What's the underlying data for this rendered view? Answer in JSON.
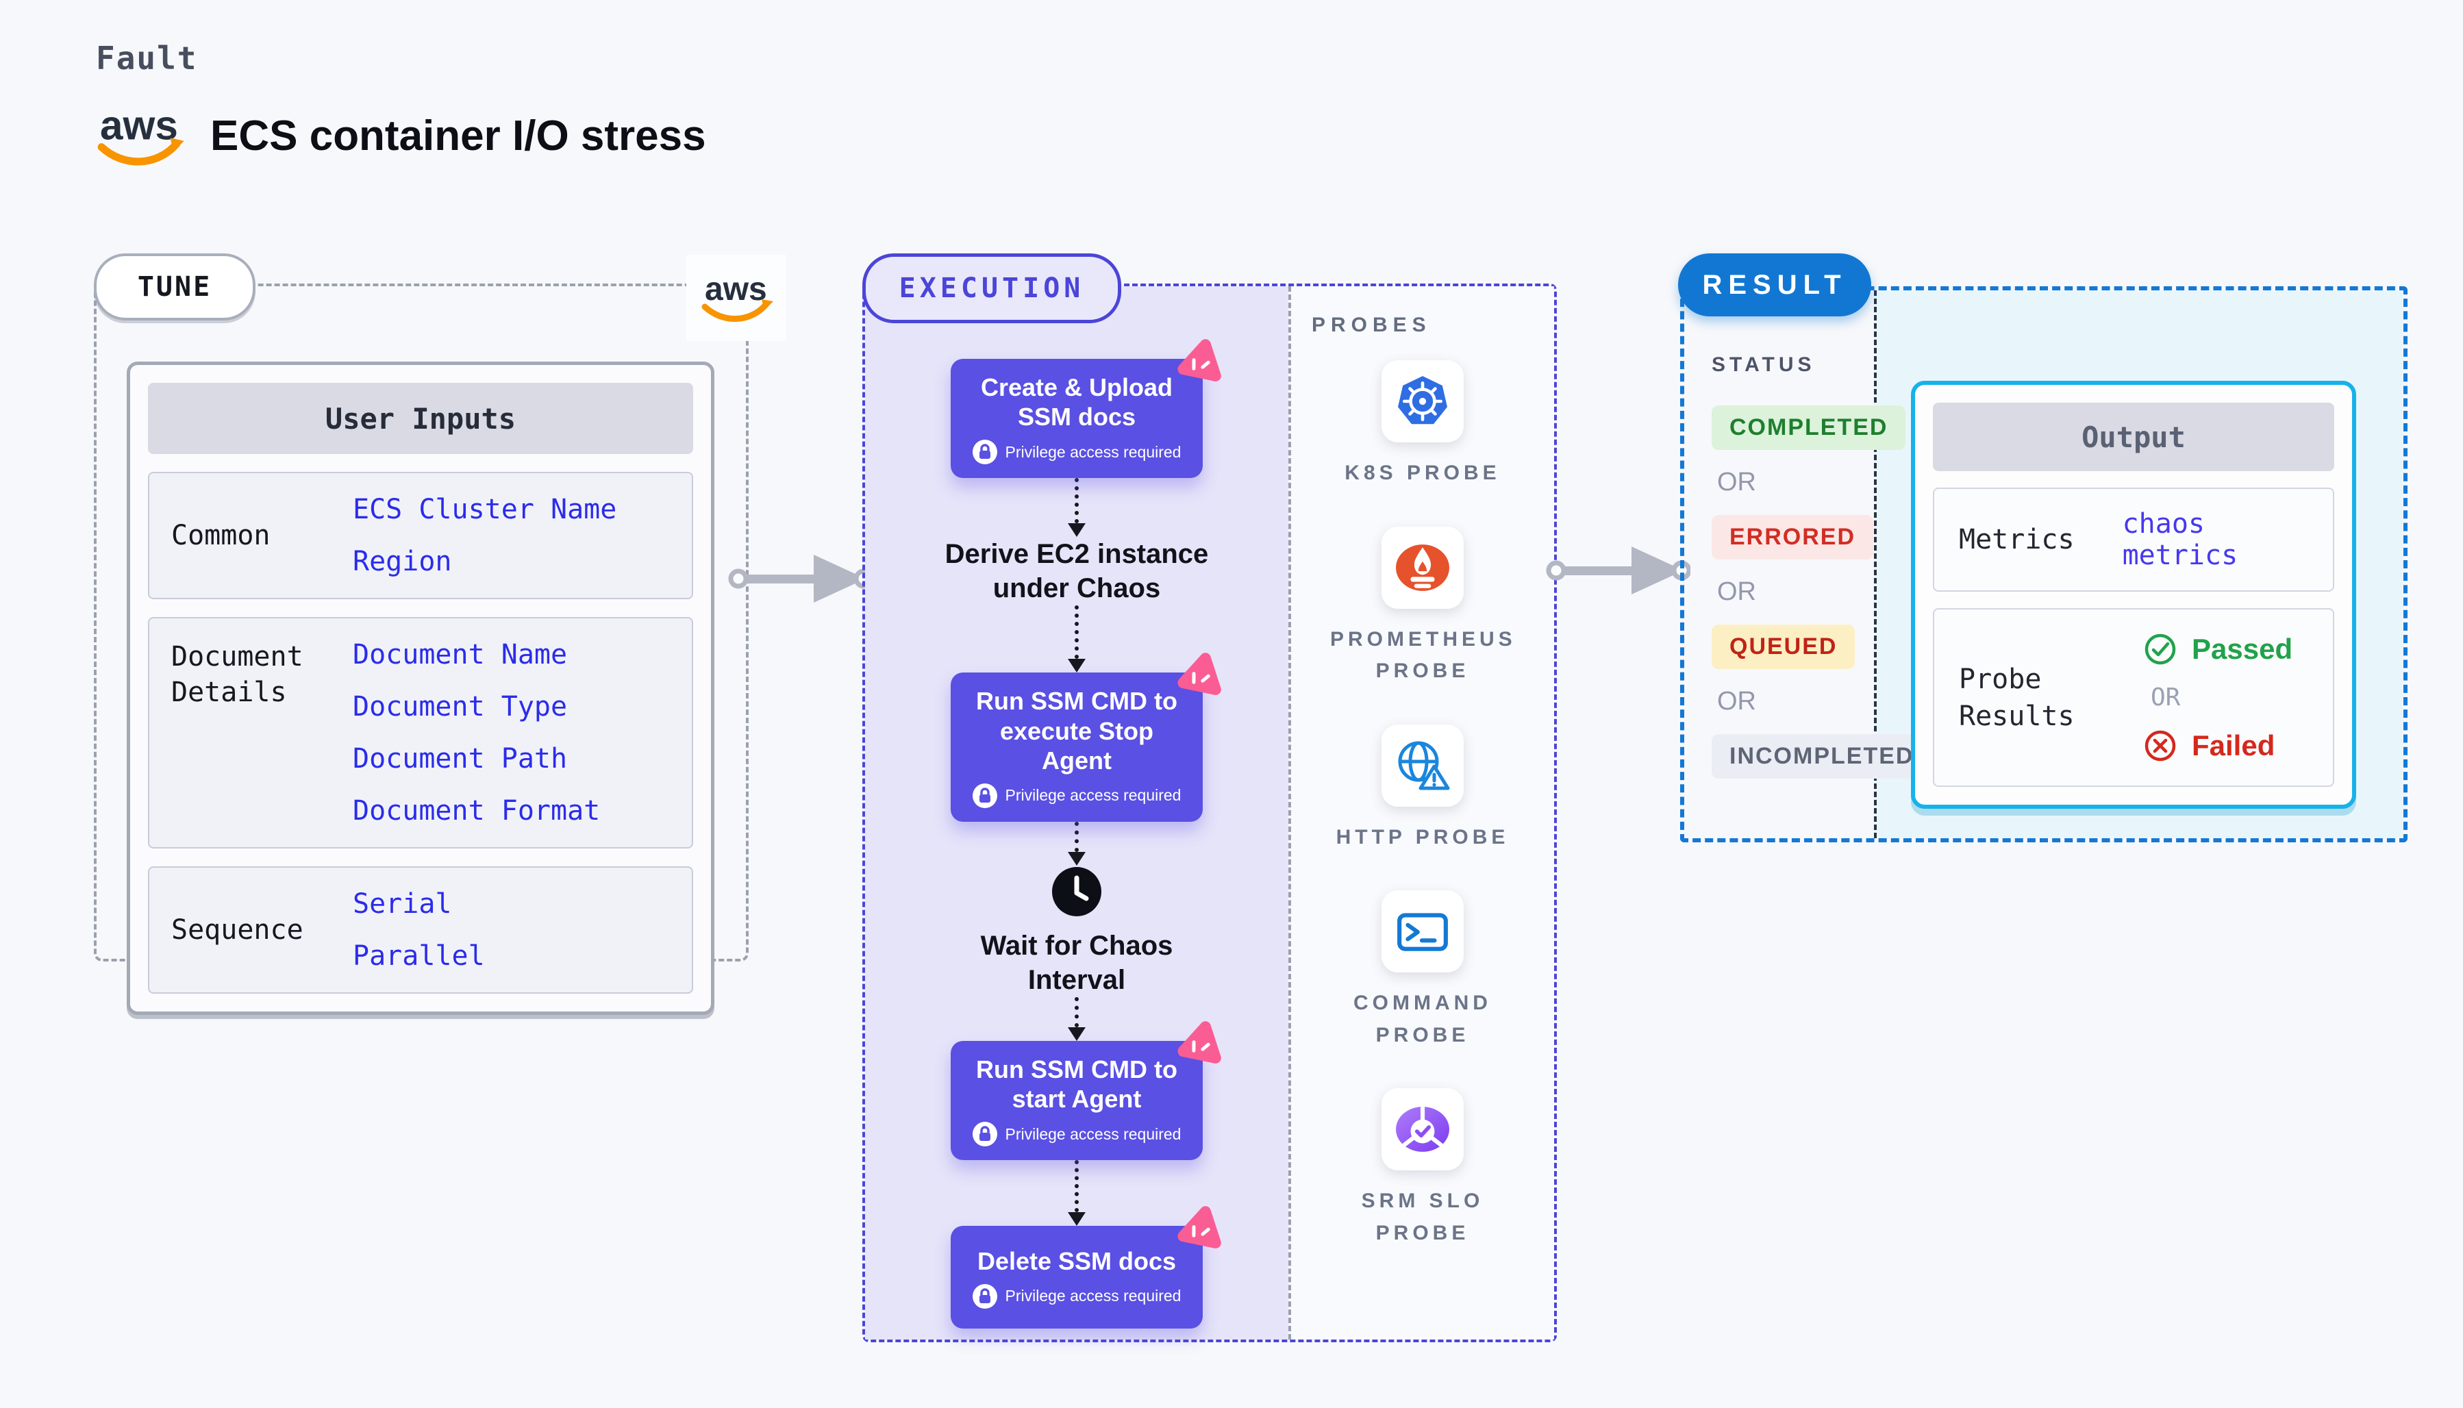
{
  "header": {
    "kicker": "Fault",
    "title": "ECS container I/O stress",
    "aws_logo_text": "aws"
  },
  "tune": {
    "pill": "TUNE",
    "user_inputs": {
      "header": "User Inputs",
      "groups": [
        {
          "label": "Common",
          "items": [
            "ECS Cluster Name",
            "Region"
          ]
        },
        {
          "label": "Document Details",
          "items": [
            "Document Name",
            "Document Type",
            "Document Path",
            "Document Format"
          ]
        },
        {
          "label": "Sequence",
          "items": [
            "Serial",
            "Parallel"
          ]
        }
      ]
    }
  },
  "execution": {
    "pill": "EXECUTION",
    "privilege_note": "Privilege access required",
    "steps": [
      "Create & Upload SSM docs",
      "Run SSM CMD to execute Stop Agent",
      "Run SSM CMD to start Agent",
      "Delete SSM docs"
    ],
    "derive_note": "Derive EC2 instance under Chaos",
    "wait_note": "Wait for Chaos Interval"
  },
  "probes": {
    "heading": "PROBES",
    "items": [
      {
        "name": "K8S PROBE",
        "icon": "kubernetes-icon"
      },
      {
        "name": "PROMETHEUS PROBE",
        "icon": "prometheus-icon"
      },
      {
        "name": "HTTP PROBE",
        "icon": "http-globe-icon"
      },
      {
        "name": "COMMAND PROBE",
        "icon": "terminal-icon"
      },
      {
        "name": "SRM SLO PROBE",
        "icon": "srm-slo-icon"
      }
    ]
  },
  "result": {
    "pill": "RESULT",
    "status_heading": "STATUS",
    "or": "OR",
    "statuses": [
      {
        "text": "COMPLETED",
        "type": "completed"
      },
      {
        "text": "ERRORED",
        "type": "errored"
      },
      {
        "text": "QUEUED",
        "type": "queued"
      },
      {
        "text": "INCOMPLETED",
        "type": "incompleted"
      }
    ],
    "output": {
      "header": "Output",
      "metrics_label": "Metrics",
      "metrics_value": "chaos metrics",
      "probe_results_label": "Probe Results",
      "passed": "Passed",
      "or": "OR",
      "failed": "Failed"
    }
  },
  "colors": {
    "accent_purple": "#5a50e3",
    "execution_border": "#4b45d8",
    "result_blue": "#1277d2",
    "output_cyan": "#17b2e9",
    "link_blue": "#2b2cea",
    "chaos_pink": "#fa5d93",
    "passed_green": "#21a24b",
    "failed_red": "#d5281c",
    "aws_orange": "#f79400"
  }
}
